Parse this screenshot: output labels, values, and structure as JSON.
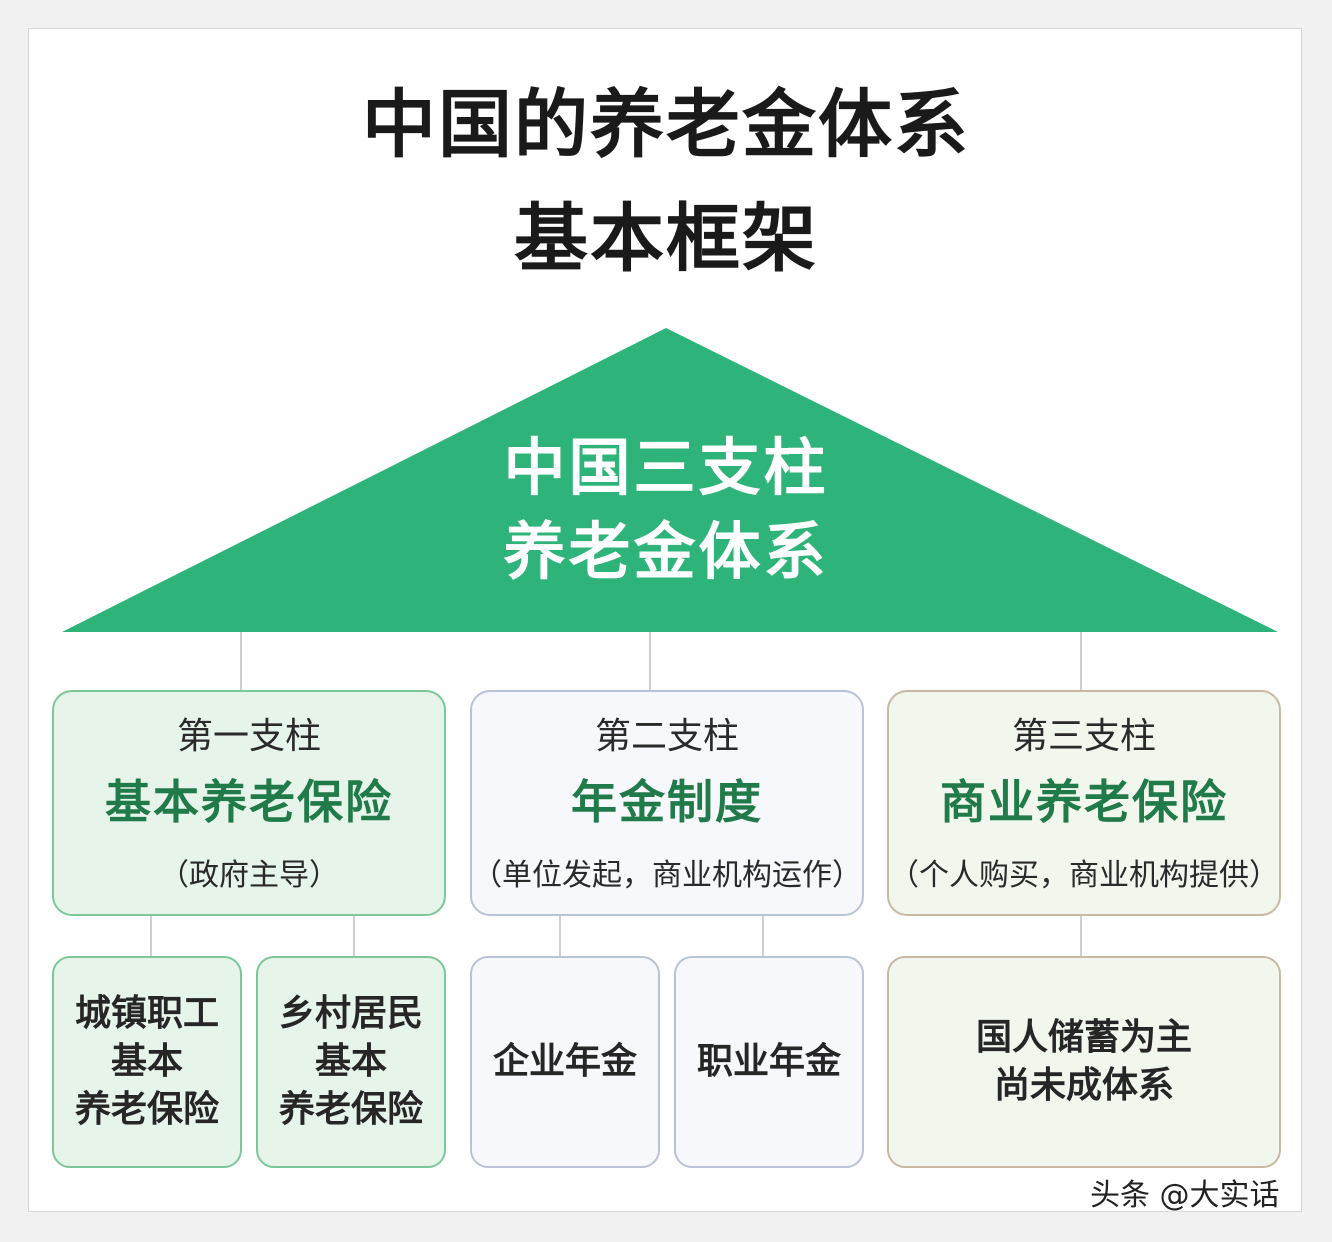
{
  "title": {
    "line1": "中国的养老金体系",
    "line2": "基本框架"
  },
  "roof": {
    "line1": "中国三支柱",
    "line2": "养老金体系",
    "color": "#2eb47a"
  },
  "pillars": [
    {
      "number": "第一支柱",
      "name": "基本养老保险",
      "note": "（政府主导）"
    },
    {
      "number": "第二支柱",
      "name": "年金制度",
      "note": "（单位发起，商业机构运作）"
    },
    {
      "number": "第三支柱",
      "name": "商业养老保险",
      "note": "（个人购买，商业机构提供）"
    }
  ],
  "subitems": [
    {
      "line1": "城镇职工",
      "line2": "基本",
      "line3": "养老保险"
    },
    {
      "line1": "乡村居民",
      "line2": "基本",
      "line3": "养老保险"
    },
    {
      "line1": "企业年金"
    },
    {
      "line1": "职业年金"
    },
    {
      "line1": "国人储蓄为主",
      "line2": "尚未成体系"
    }
  ],
  "colors": {
    "accent_green": "#217a4a",
    "roof_green": "#2eb47a",
    "line_gray": "#cfcfcf"
  },
  "watermark": "头条 @大实话"
}
